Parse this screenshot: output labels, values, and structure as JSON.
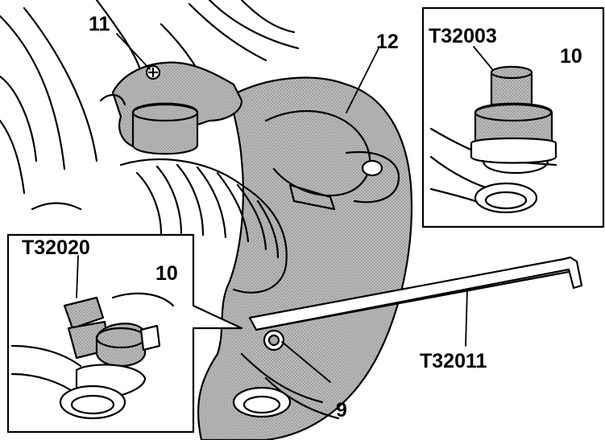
{
  "labels": {
    "part_11": "11",
    "part_12": "12",
    "tool_top_right": "T32003",
    "part_10_top_right": "10",
    "tool_bottom_left": "T32020",
    "part_10_bottom_left": "10",
    "tool_bar": "T32011",
    "part_9": "9"
  },
  "colors": {
    "ink": "#000000",
    "shade": "#a8a8a8",
    "paper": "#ffffff"
  }
}
